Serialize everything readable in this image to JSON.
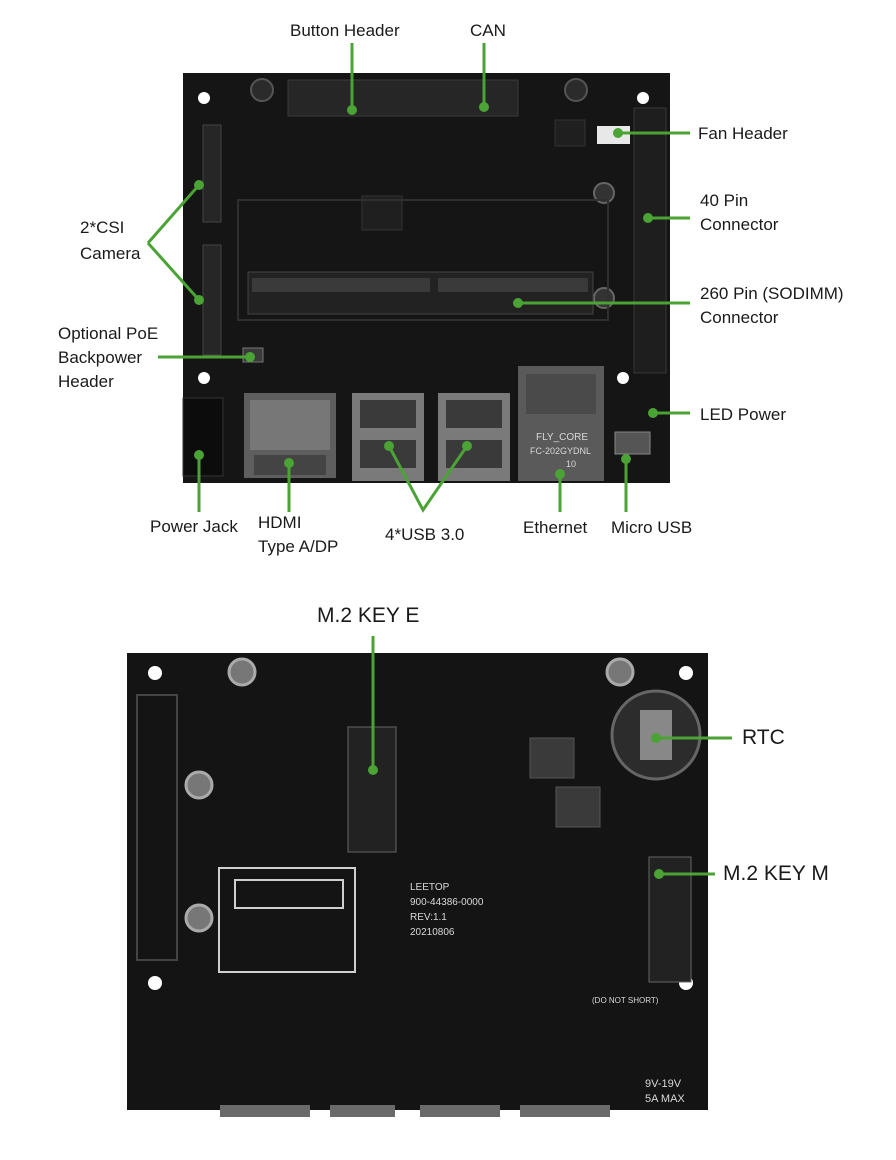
{
  "top_view": {
    "labels": {
      "button_header": "Button Header",
      "can": "CAN",
      "fan_header": "Fan Header",
      "pin40_l1": "40 Pin",
      "pin40_l2": "Connector",
      "csi_l1": "2*CSI",
      "csi_l2": "Camera",
      "sodimm_l1": "260 Pin (SODIMM)",
      "sodimm_l2": "Connector",
      "poe_l1": "Optional PoE",
      "poe_l2": "Backpower",
      "poe_l3": "Header",
      "led_power": "LED Power",
      "power_jack": "Power Jack",
      "hdmi_l1": "HDMI",
      "hdmi_l2": "Type A/DP",
      "usb": "4*USB 3.0",
      "ethernet": "Ethernet",
      "micro_usb": "Micro USB"
    },
    "silkscreen": {
      "eth_brand": "FLY_CORE",
      "eth_model": "FC-202GYDNL",
      "eth_suffix": "10"
    }
  },
  "bottom_view": {
    "labels": {
      "m2_key_e": "M.2 KEY E",
      "rtc": "RTC",
      "m2_key_m": "M.2 KEY M"
    },
    "silkscreen": {
      "maker": "LEETOP",
      "part": "900-44386-0000",
      "rev": "REV:1.1",
      "date": "20210806",
      "do_not_short": "(DO NOT SHORT)",
      "voltage": "9V-19V",
      "current": "5A MAX"
    }
  },
  "colors": {
    "callout": "#4aa334",
    "board": "#141414"
  }
}
